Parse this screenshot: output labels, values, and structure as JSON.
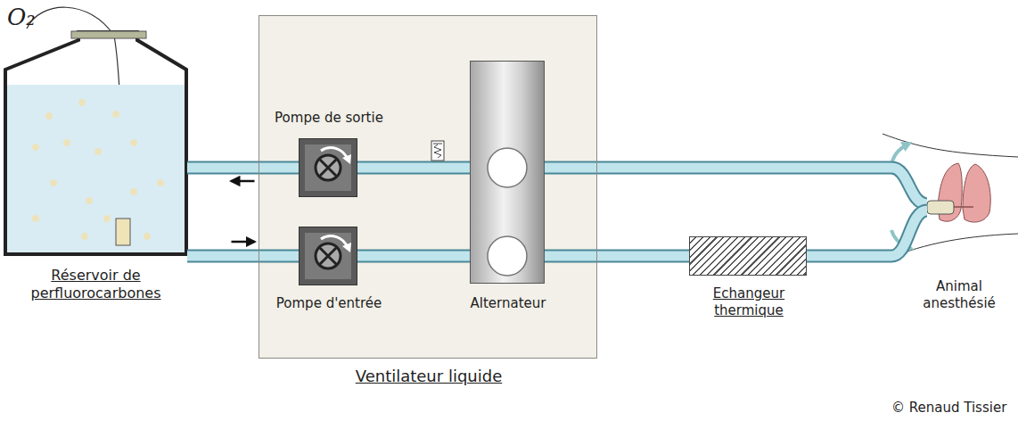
{
  "diagram": {
    "nodes": [
      {
        "text": [
          "Réservoir de perfluorocarbones"
        ]
      },
      {
        "text": [
          "Ventilateur liquide"
        ]
      },
      {
        "text": [
          "Pompe de sortie"
        ],
        "in": 1
      },
      {
        "text": [
          "Alternateur"
        ],
        "in": 1
      },
      {
        "text": [
          "Pompe d'entrée"
        ],
        "in": 1
      },
      {
        "text": [
          "Echangeur thermique"
        ]
      },
      {
        "text": [
          "Animal anesthésié"
        ]
      }
    ],
    "edges": [
      {
        "from": 2,
        "to": 0,
        "arrow": "to"
      },
      {
        "from": 3,
        "to": 2,
        "arrow": "none"
      },
      {
        "from": 6,
        "to": 3,
        "arrow": "none"
      },
      {
        "from": 0,
        "to": 4,
        "arrow": "to"
      },
      {
        "from": 4,
        "to": 3,
        "arrow": "none"
      },
      {
        "from": 3,
        "to": 5,
        "arrow": "none"
      },
      {
        "from": 5,
        "to": 6,
        "arrow": "none"
      }
    ],
    "labels": [
      "O₂",
      "© Renaud Tissier"
    ]
  }
}
